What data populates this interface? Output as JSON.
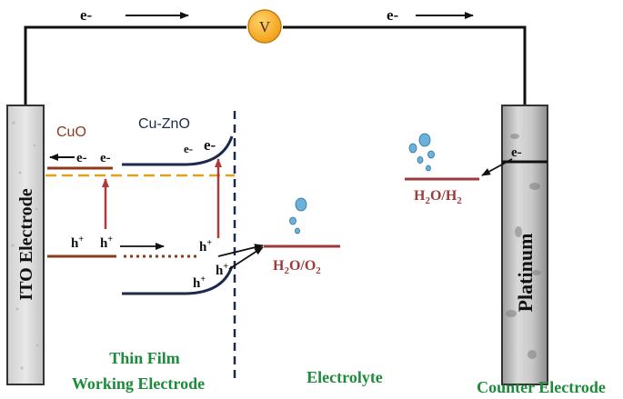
{
  "circuit": {
    "electron_left": "e-",
    "electron_right": "e-",
    "voltmeter_label": "V"
  },
  "electrodes": {
    "ito_label": "ITO Electrode",
    "platinum_label": "Platinum"
  },
  "materials": {
    "cuo_label": "CuO",
    "cuzno_label": "Cu-ZnO"
  },
  "carriers": {
    "cuo_e_left": "e-",
    "cuo_e_right": "e-",
    "cuzno_e_small": "e-",
    "cuzno_e_large": "e-",
    "cuo_h_left": "h",
    "cuo_h_right": "h",
    "cuzno_h_top": "h",
    "cuzno_h_mid": "h",
    "cuzno_h_bottom": "h",
    "plus": "+",
    "platinum_e": "e-"
  },
  "redox": {
    "oxygen": {
      "base": "H",
      "sub1": "2",
      "mid": "O/O",
      "sub2": "2"
    },
    "hydrogen": {
      "base": "H",
      "sub1": "2",
      "mid": "O/H",
      "sub2": "2"
    }
  },
  "sections": {
    "thin_film_line1": "Thin Film",
    "thin_film_line2": "Working Electrode",
    "electrolyte": "Electrolyte",
    "counter": "Counter Electrode"
  },
  "colors": {
    "wire": "#111111",
    "cuo_band": "#8b3a1e",
    "cuzno_band": "#1c2a4e",
    "fermi_dashed": "#e0a21c",
    "transition_arrow": "#b03a3a",
    "redox_line": "#9e3a3a",
    "section_label": "#1e8a3c",
    "cuo_label": "#8b3a1e",
    "voltmeter": "#f5a623",
    "bubble": "#6ab2dc"
  }
}
